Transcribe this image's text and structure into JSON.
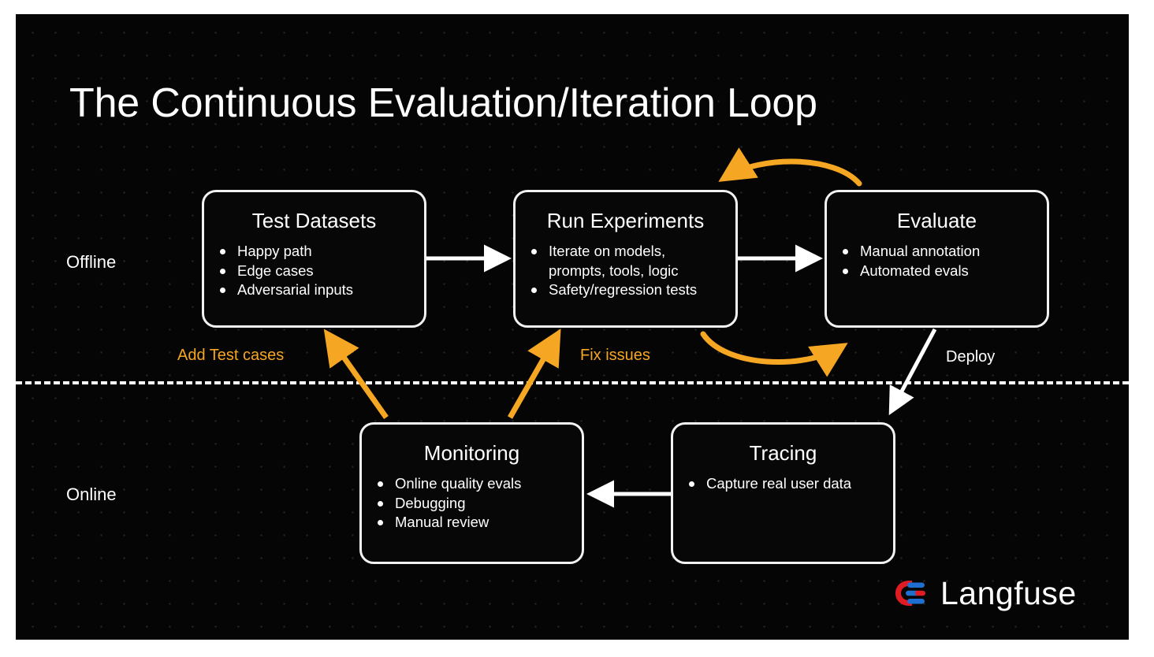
{
  "slide": {
    "title": "The Continuous Evaluation/Iteration Loop",
    "background_color": "#050505",
    "accent_color": "#f5a623",
    "text_color": "#ffffff"
  },
  "lanes": [
    {
      "id": "offline",
      "label": "Offline"
    },
    {
      "id": "online",
      "label": "Online"
    }
  ],
  "nodes": [
    {
      "id": "test-datasets",
      "title": "Test Datasets",
      "items": [
        "Happy path",
        "Edge cases",
        "Adversarial inputs"
      ]
    },
    {
      "id": "run-experiments",
      "title": "Run Experiments",
      "items": [
        "Iterate on models, prompts, tools, logic",
        "Safety/regression tests"
      ]
    },
    {
      "id": "evaluate",
      "title": "Evaluate",
      "items": [
        "Manual annotation",
        "Automated evals"
      ]
    },
    {
      "id": "monitoring",
      "title": "Monitoring",
      "items": [
        "Online quality evals",
        "Debugging",
        "Manual review"
      ]
    },
    {
      "id": "tracing",
      "title": "Tracing",
      "items": [
        "Capture real user data"
      ]
    }
  ],
  "edges": [
    {
      "id": "datasets-to-experiments",
      "label": "",
      "color": "#ffffff"
    },
    {
      "id": "experiments-to-evaluate",
      "label": "",
      "color": "#ffffff"
    },
    {
      "id": "evaluate-to-experiments-loop-top",
      "label": "",
      "color": "#f5a623"
    },
    {
      "id": "experiments-to-evaluate-loop-bottom",
      "label": "",
      "color": "#f5a623"
    },
    {
      "id": "evaluate-to-tracing",
      "label": "Deploy",
      "color": "#ffffff"
    },
    {
      "id": "tracing-to-monitoring",
      "label": "",
      "color": "#ffffff"
    },
    {
      "id": "monitoring-to-datasets",
      "label": "Add Test cases",
      "color": "#f5a623"
    },
    {
      "id": "monitoring-to-experiments",
      "label": "Fix issues",
      "color": "#f5a623"
    }
  ],
  "edge_labels": {
    "add_test_cases": "Add Test cases",
    "fix_issues": "Fix issues",
    "deploy": "Deploy"
  },
  "logo": {
    "text": "Langfuse",
    "mark_colors": {
      "red": "#e01b24",
      "blue": "#1f6fd0"
    }
  }
}
